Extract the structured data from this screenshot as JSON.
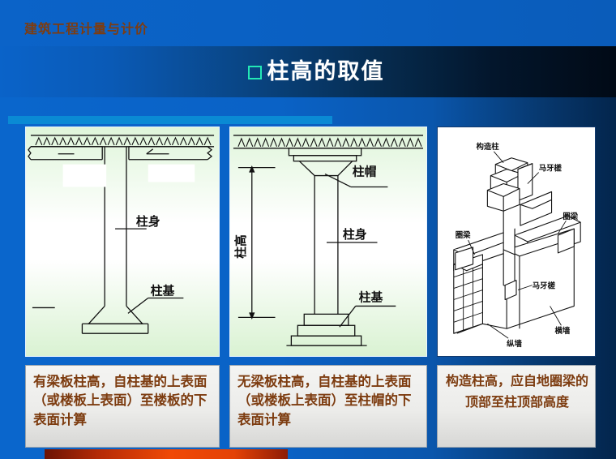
{
  "slide": {
    "header_title": "建筑工程计量与计价",
    "main_title": "柱高的取值",
    "bullet_icon": "square-bullet-icon",
    "colors": {
      "background_blue": "#0a62c6",
      "title_band_dark": "#03162c",
      "accent_bar_blue": "#0a8ad4",
      "bullet_cyan": "#23e8b5",
      "caption_text_brown": "#7d3c10",
      "panel_green": "#d9f2d2",
      "bottom_bar_red": "#f04905"
    }
  },
  "panels": [
    {
      "id": "panel-beam-slab-column",
      "figure_name": "有梁板柱示意图",
      "labels": {
        "column_body": "柱身",
        "column_base": "柱基"
      },
      "caption": "有梁板柱高，自柱基的上表面（或楼板上表面）至楼板的下表面计算"
    },
    {
      "id": "panel-flat-slab-column",
      "figure_name": "无梁板柱示意图",
      "labels": {
        "column_cap": "柱帽",
        "column_body": "柱身",
        "column_base": "柱基",
        "column_height_dimension": "柱高"
      },
      "caption": "无梁板柱高，自柱基的上表面（或楼板上表面）至柱帽的下表面计算"
    },
    {
      "id": "panel-structural-column",
      "figure_name": "构造柱轴测图",
      "labels": {
        "structural_column": "构造柱",
        "toothed_joint_top": "马牙槎",
        "ring_beam_right": "圈梁",
        "ring_beam_left": "圈梁",
        "toothed_joint_mid": "马牙槎",
        "transverse_wall": "横墙",
        "longitudinal_wall": "纵墙"
      },
      "caption": "构造柱高，应自地圈梁的顶部至柱顶部高度"
    }
  ]
}
